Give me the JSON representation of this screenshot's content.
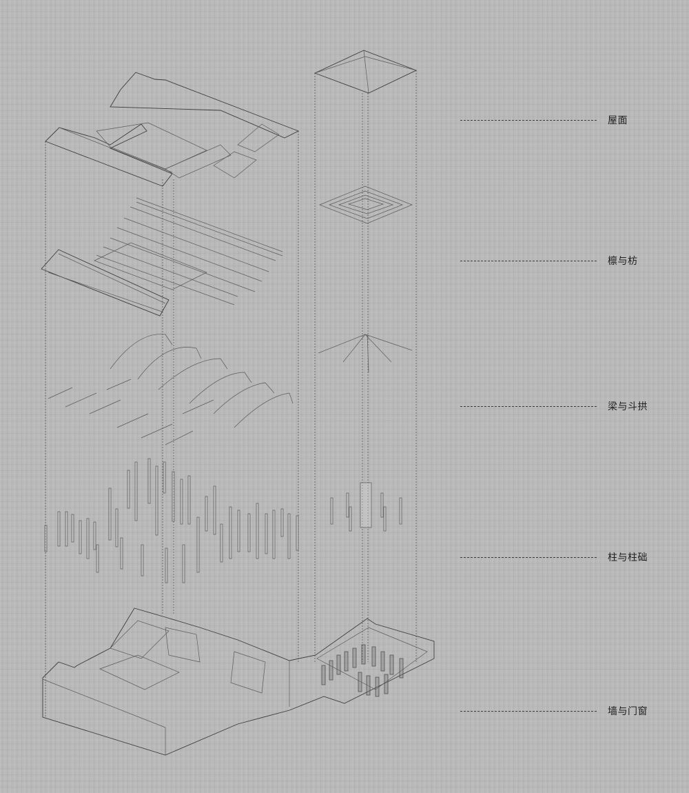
{
  "diagram": {
    "type": "exploded-axonometric",
    "subject": "courtyard building with square pavilion",
    "layers": [
      {
        "id": "roof",
        "label": "屋面"
      },
      {
        "id": "purlins-tiebeams",
        "label": "檩与枋"
      },
      {
        "id": "beams-brackets",
        "label": "梁与斗拱"
      },
      {
        "id": "columns-bases",
        "label": "柱与柱础"
      },
      {
        "id": "walls-doors-windows",
        "label": "墙与门窗"
      }
    ]
  },
  "colors": {
    "background": "#b9b9b9",
    "linework": "#3c3c3c",
    "label_text": "#1e1e1e"
  }
}
